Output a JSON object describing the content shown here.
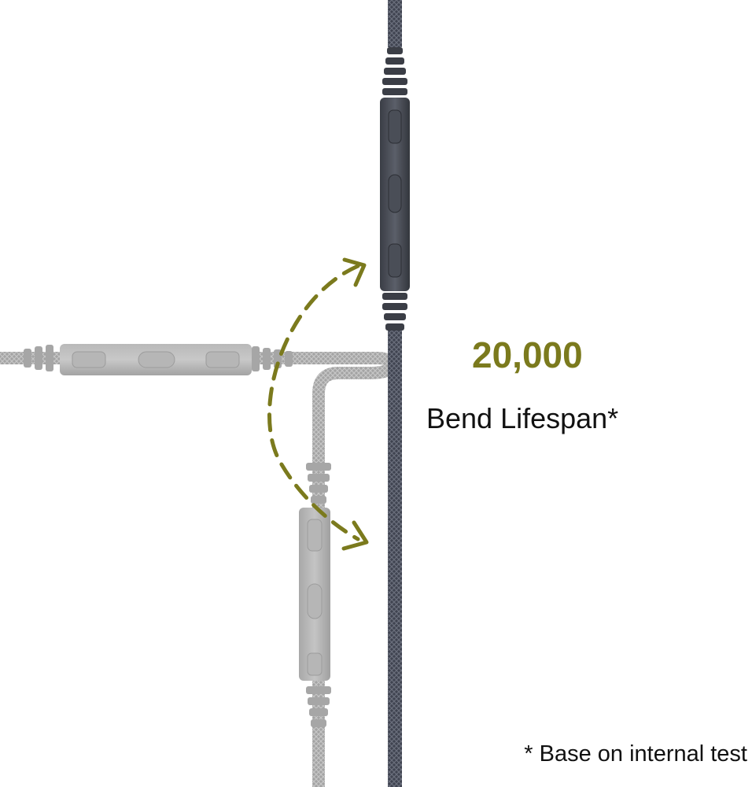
{
  "headline": {
    "number": "20,000",
    "label": "Bend Lifespan*"
  },
  "footnote": "* Base on internal test",
  "colors": {
    "accent": "#7b7a1d",
    "cable_dark": "#4a4e5a",
    "cable_faded": "#a9a9a9",
    "background": "#ffffff"
  },
  "icons": {
    "bend_arrow": "dashed-curved-double-arrow"
  }
}
